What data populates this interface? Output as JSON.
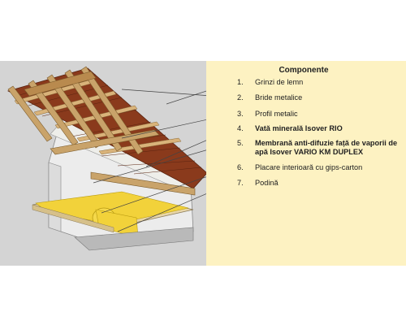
{
  "legend": {
    "title": "Componente",
    "items": [
      {
        "number": "1.",
        "label": "Grinzi de lemn",
        "bold": false
      },
      {
        "number": "2.",
        "label": "Bride metalice",
        "bold": false
      },
      {
        "number": "3.",
        "label": "Profil metalic",
        "bold": false
      },
      {
        "number": "4.",
        "label": "Vată minerală Isover RIO",
        "bold": true
      },
      {
        "number": "5.",
        "label": "Membrană anti-difuzie față de vaporii de apă Isover VARIO KM DUPLEX",
        "bold": true
      },
      {
        "number": "6.",
        "label": "Placare interioară cu gips-carton",
        "bold": false
      },
      {
        "number": "7.",
        "label": "Podină",
        "bold": false
      }
    ]
  },
  "colors": {
    "panel_background": "#fdf2c2",
    "roof_tiles": "#8a3a1c",
    "timber": "#c9a36a",
    "insulation": "#f2d23a",
    "membrane": "#f3ead0",
    "leader_lines": "#444444"
  }
}
